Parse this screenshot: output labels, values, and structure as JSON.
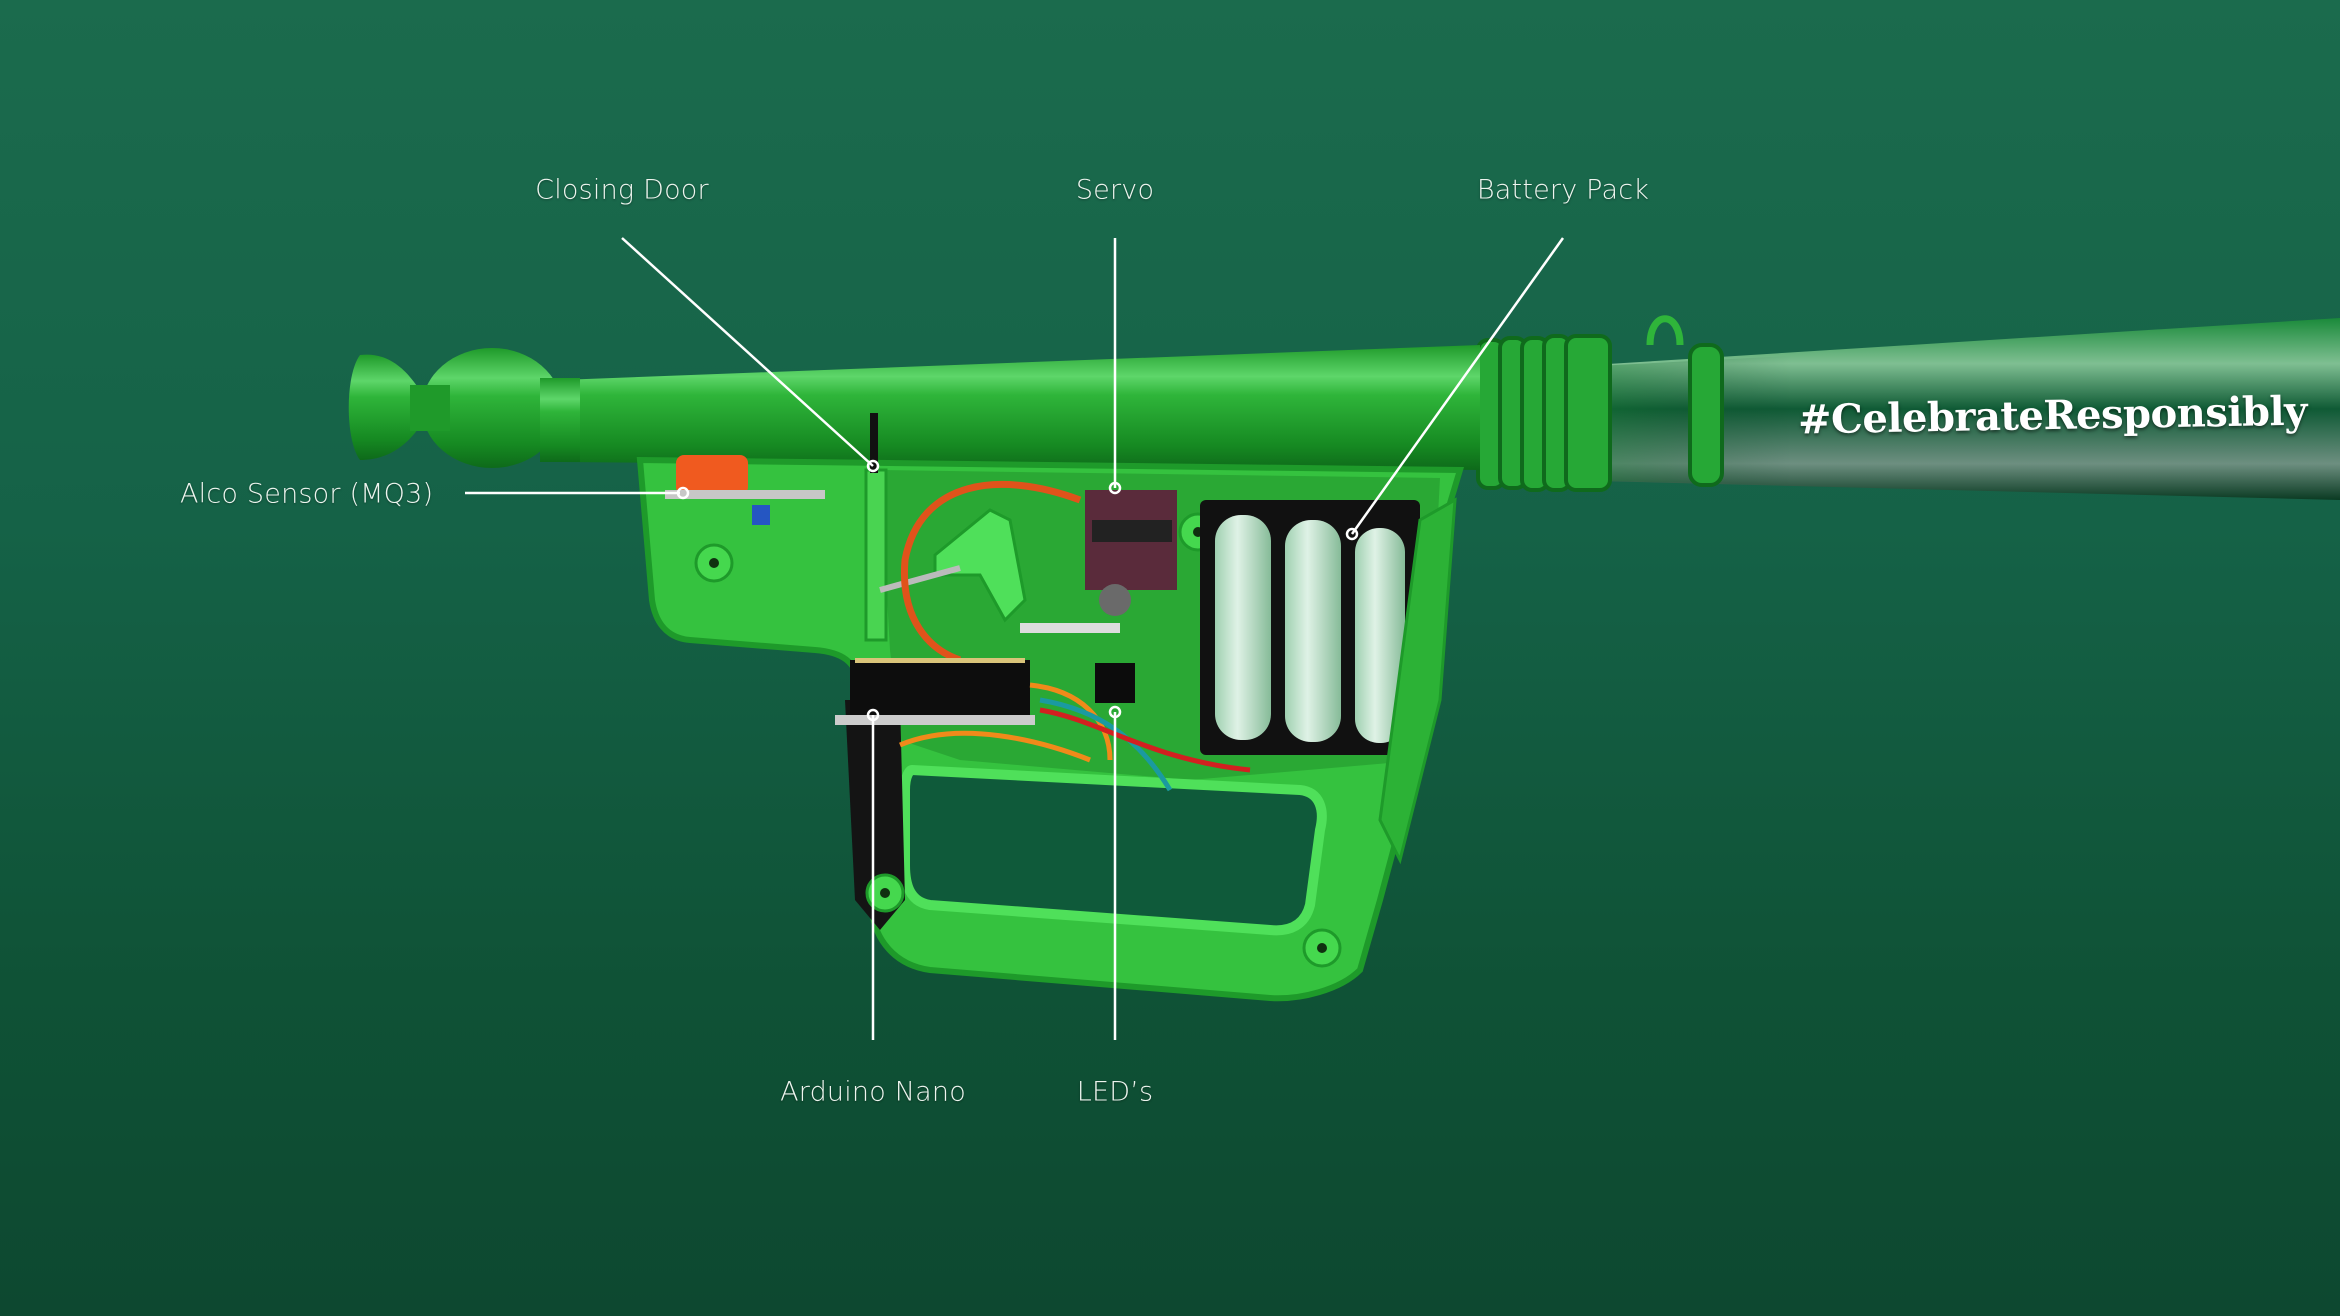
{
  "image": {
    "subject": "Cutaway of green gun-shaped device showing internal components",
    "background_color_top": "#1b6b4d",
    "background_color_bottom": "#0d4830",
    "device_color": "#2fb52f",
    "label_color": "#eef5ef"
  },
  "hashtag": "#CelebrateResponsibly",
  "callouts": [
    {
      "id": "closing-door",
      "label": "Closing Door"
    },
    {
      "id": "servo",
      "label": "Servo"
    },
    {
      "id": "battery-pack",
      "label": "Battery Pack"
    },
    {
      "id": "alco-sensor",
      "label": "Alco Sensor (MQ3)"
    },
    {
      "id": "arduino-nano",
      "label": "Arduino Nano"
    },
    {
      "id": "leds",
      "label": "LED’s"
    }
  ]
}
